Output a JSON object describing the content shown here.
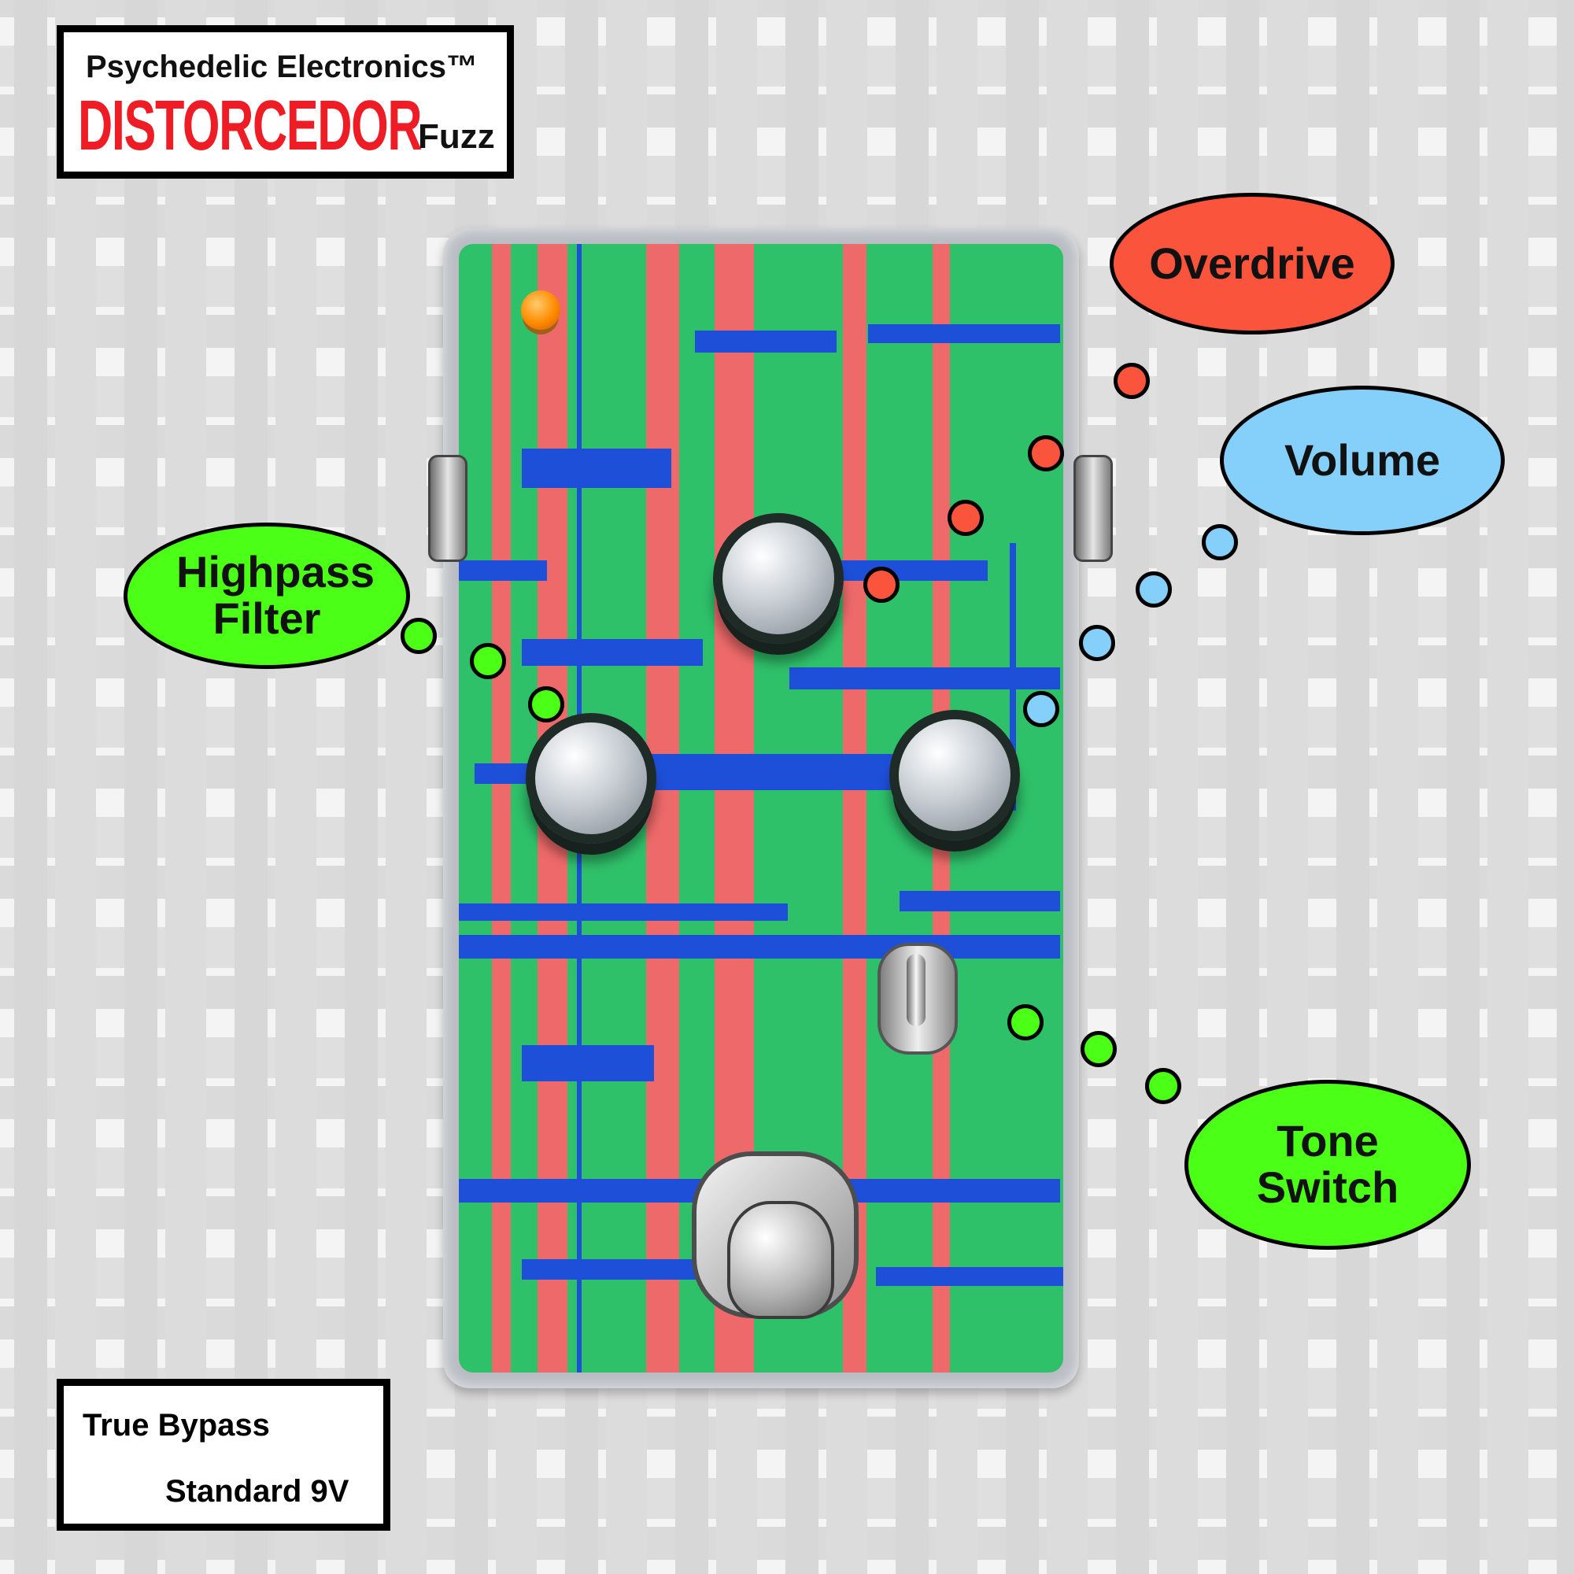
{
  "title": {
    "brand": "Psychedelic Electronics™",
    "name": "DISTORCEDOR",
    "type": "Fuzz"
  },
  "specs": {
    "bypass": "True Bypass",
    "power": "Standard 9V"
  },
  "labels": {
    "overdrive": "Overdrive",
    "volume": "Volume",
    "highpass_filter": "Highpass Filter",
    "tone_switch": "Tone Switch"
  },
  "colors": {
    "overdrive": "#fa553c",
    "volume": "#85d0fa",
    "highpass": "#4cff16",
    "pedal_green": "#2fc06a",
    "pedal_pink": "#ee6a6a",
    "pedal_blue": "#1e4fd8",
    "title_red": "#ee1c25"
  }
}
